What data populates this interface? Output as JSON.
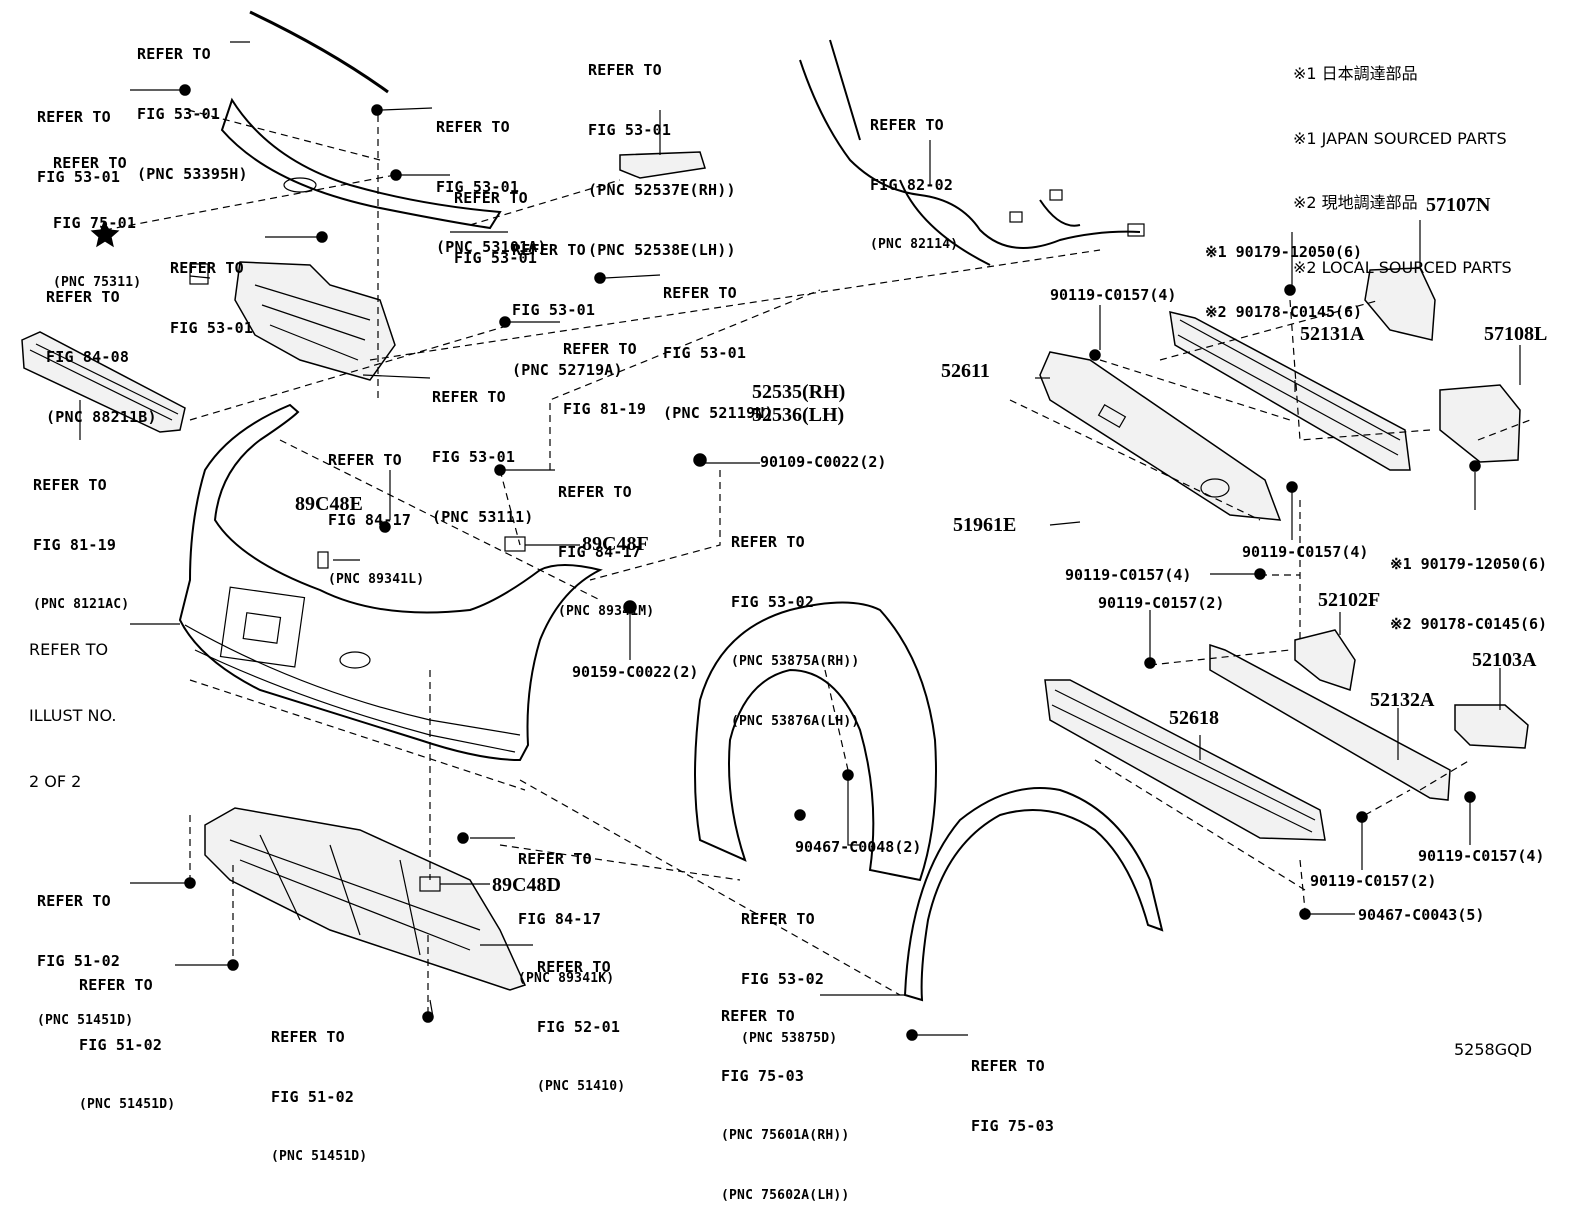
{
  "notes": {
    "line1": "※1 日本調達部品",
    "line2": "※1 JAPAN SOURCED PARTS",
    "line3": "※2 現地調達部品",
    "line4": "※2 LOCAL SOURCED PARTS"
  },
  "illustration_code": "5258GQD",
  "labels": {
    "ref_53395H": [
      "REFER TO",
      "FIG 53-01",
      "(PNC 53395H)"
    ],
    "ref_53_01_a": [
      "REFER TO",
      "FIG 53-01"
    ],
    "ref_75311": [
      "REFER TO",
      "FIG 75-01",
      "(PNC 75311)"
    ],
    "ref_53101A": [
      "REFER TO",
      "FIG 53-01",
      "(PNC 53101A)"
    ],
    "ref_53_01_b": [
      "REFER TO",
      "FIG 53-01"
    ],
    "ref_52537E": [
      "REFER TO",
      "FIG 53-01",
      "(PNC 52537E(RH))",
      "(PNC 52538E(LH))"
    ],
    "ref_82114": [
      "REFER TO",
      "FIG 82-02",
      "(PNC 82114)"
    ],
    "ref_52719A": [
      "REFER TO",
      "FIG 53-01",
      "(PNC 52719A)"
    ],
    "ref_53_01_c": [
      "REFER TO",
      "FIG 53-01"
    ],
    "ref_88211B": [
      "REFER TO",
      "FIG 84-08",
      "(PNC 88211B)"
    ],
    "ref_52119N": [
      "REFER TO",
      "FIG 53-01",
      "(PNC 52119N)"
    ],
    "ref_81_19_a": [
      "REFER TO",
      "FIG 81-19"
    ],
    "ref_53111": [
      "REFER TO",
      "FIG 53-01",
      "(PNC 53111)"
    ],
    "ref_8121AC": [
      "REFER TO",
      "FIG 81-19",
      "(PNC 8121AC)"
    ],
    "ref_89341L": [
      "REFER TO",
      "FIG 84-17",
      "(PNC 89341L)"
    ],
    "ref_89341M": [
      "REFER TO",
      "FIG 84-17",
      "(PNC 89341M)"
    ],
    "ref_53875A": [
      "REFER TO",
      "FIG 53-02",
      "(PNC 53875A(RH))",
      "(PNC 53876A(LH))"
    ],
    "ref_89341K": [
      "REFER TO",
      "FIG 84-17",
      "(PNC 89341K)"
    ],
    "ref_53875D": [
      "REFER TO",
      "FIG 53-02",
      "(PNC 53875D)"
    ],
    "ref_51451D_a": [
      "REFER TO",
      "FIG 51-02",
      "(PNC 51451D)"
    ],
    "ref_51410": [
      "REFER TO",
      "FIG 52-01",
      "(PNC 51410)"
    ],
    "ref_51451D_b": [
      "REFER TO",
      "FIG 51-02",
      "(PNC 51451D)"
    ],
    "ref_51451D_c": [
      "REFER TO",
      "FIG 51-02",
      "(PNC 51451D)"
    ],
    "ref_75601A": [
      "REFER TO",
      "FIG 75-03",
      "(PNC 75601A(RH))",
      "(PNC 75602A(LH))"
    ],
    "ref_75_03": [
      "REFER TO",
      "FIG 75-03"
    ],
    "ref_illust": [
      "REFER TO",
      "ILLUST NO.",
      "2 OF 2"
    ]
  },
  "part_numbers": {
    "p57107N": "57107N",
    "p52131A": "52131A",
    "p57108L": "57108L",
    "p52611": "52611",
    "p51961E": "51961E",
    "p52535": "52535(RH)",
    "p52536": "52536(LH)",
    "p89C48E": "89C48E",
    "p89C48F": "89C48F",
    "p89C48D": "89C48D",
    "p52102F": "52102F",
    "p52103A": "52103A",
    "p52132A": "52132A",
    "p52618": "52618"
  },
  "part_codes": {
    "c90179_top": [
      "※1 90179-12050(6)",
      "※2 90178-C0145(6)"
    ],
    "c90119_a": "90119-C0157(4)",
    "c90119_b": "90119-C0157(4)",
    "c90179_right": [
      "※1 90179-12050(6)",
      "※2 90178-C0145(6)"
    ],
    "c90119_c": "90119-C0157(4)",
    "c90119_d": "90119-C0157(2)",
    "c90109": "90109-C0022(2)",
    "c90159": "90159-C0022(2)",
    "c90467_48": "90467-C0048(2)",
    "c90119_e": "90119-C0157(4)",
    "c90119_f": "90119-C0157(2)",
    "c90467_43": "90467-C0043(5)"
  }
}
